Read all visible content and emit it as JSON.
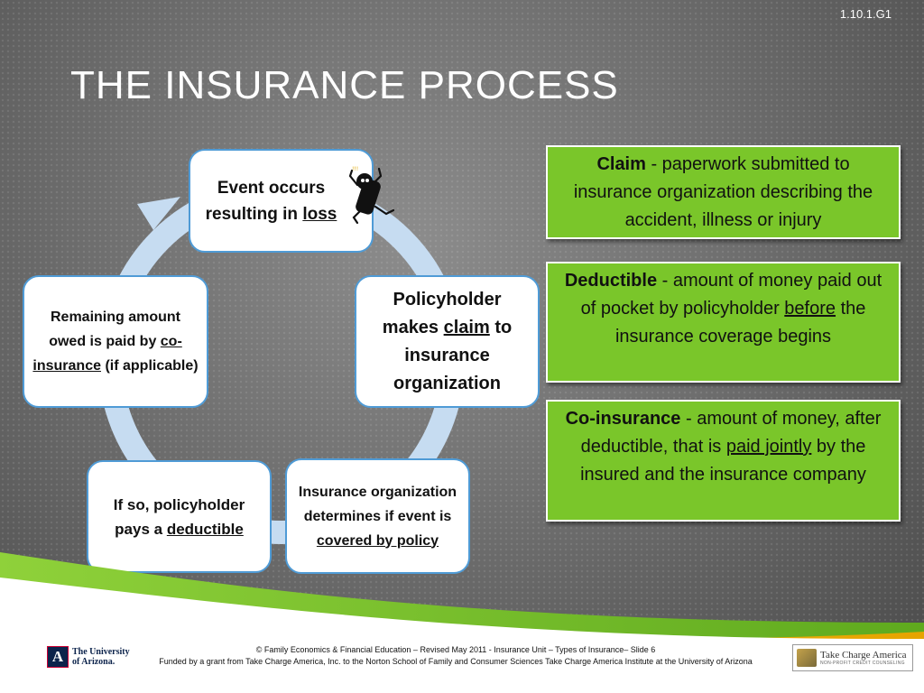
{
  "slide": {
    "id": "1.10.1.G1",
    "title": "The Insurance Process"
  },
  "cycle": {
    "step1": {
      "pre": "Event occurs resulting in ",
      "u": "loss"
    },
    "step2": {
      "pre": "Policyholder makes ",
      "u": "claim",
      "post": " to insurance organization"
    },
    "step3": {
      "pre": "Insurance organization determines if event is ",
      "u": "covered by policy"
    },
    "step4": {
      "pre": "If so, policyholder pays a ",
      "u": "deductible"
    },
    "step5": {
      "pre": "Remaining amount owed is paid by ",
      "u": "co-insurance",
      "post": " (if applicable)"
    }
  },
  "definitions": {
    "claim": {
      "term": "Claim",
      "text": " - paperwork submitted to insurance organization describing the accident, illness or injury"
    },
    "deductible": {
      "term": "Deductible",
      "text1": " - amount of money paid out of pocket by policyholder ",
      "u": "before",
      "text2": " the insurance coverage begins"
    },
    "coinsurance": {
      "term": "Co-insurance",
      "text1": " - amount of money, after deductible, that is ",
      "u": "paid jointly",
      "text2": " by the insured and the insurance company"
    }
  },
  "footer": {
    "line1": "© Family Economics & Financial Education – Revised May 2011 - Insurance Unit – Types of Insurance– Slide 6",
    "line2": "Funded by a grant from Take Charge America, Inc. to the Norton School of Family and Consumer Sciences  Take Charge America Institute at the University of Arizona",
    "ua_line1": "The University",
    "ua_line2": "of Arizona.",
    "ua_mark": "A",
    "tca_name": "Take Charge America",
    "tca_sub": "NON-PROFIT CREDIT COUNSELING"
  },
  "colors": {
    "accent_green": "#7ac62a",
    "node_border": "#4f9bd6",
    "ring": "#c6dcf1"
  },
  "icons": [
    "stick-figure-icon",
    "ring-arrow-icon"
  ]
}
